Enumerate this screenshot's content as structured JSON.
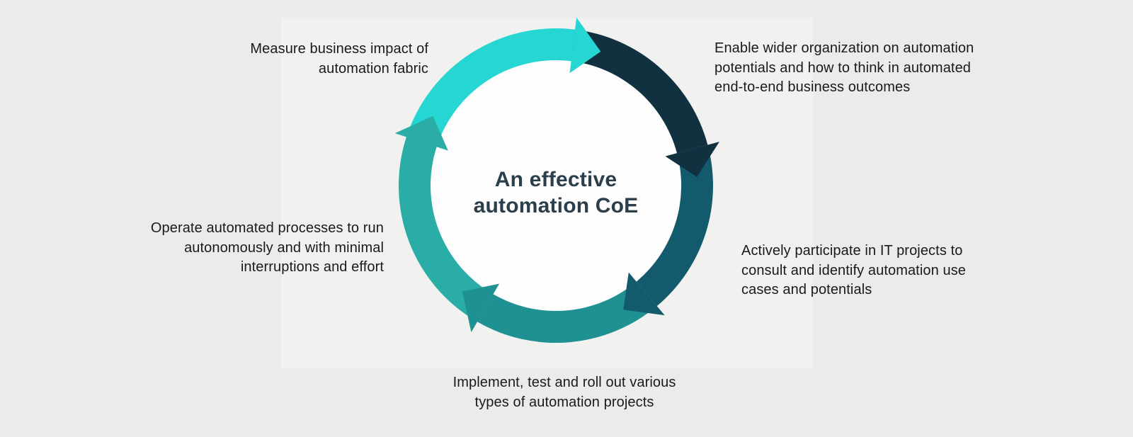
{
  "background": {
    "page_color": "#ebebeb",
    "panel_color": "#f1f1f0"
  },
  "diagram": {
    "center_title": "An effective\nautomation CoE",
    "center_title_color": "#2b3e4b",
    "inner_circle_color": "#fdfdfd",
    "direction": "clockwise",
    "segments": [
      {
        "name": "measure",
        "color": "#26d6d2",
        "start": 288,
        "end": 367
      },
      {
        "name": "enable",
        "color": "#113040",
        "start": 7,
        "end": 75
      },
      {
        "name": "participate",
        "color": "#135a6c",
        "start": 75,
        "end": 140
      },
      {
        "name": "implement",
        "color": "#1f9193",
        "start": 140,
        "end": 210
      },
      {
        "name": "operate",
        "color": "#2aaca7",
        "start": 210,
        "end": 288
      }
    ]
  },
  "labels": [
    {
      "id": "measure",
      "text": "Measure business impact of\nautomation fabric"
    },
    {
      "id": "enable",
      "text": "Enable wider organization on automation\npotentials and how to think in automated\nend-to-end business outcomes"
    },
    {
      "id": "participate",
      "text": "Actively participate in IT projects to\nconsult and identify automation use\ncases and potentials"
    },
    {
      "id": "implement",
      "text": "Implement, test and roll out various\ntypes of automation projects"
    },
    {
      "id": "operate",
      "text": "Operate automated processes to run\nautonomously and with minimal\ninterruptions and effort"
    }
  ]
}
